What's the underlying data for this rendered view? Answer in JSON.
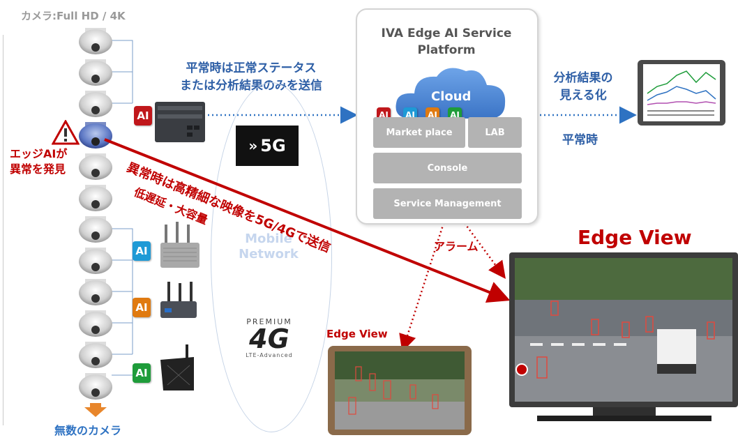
{
  "camera_title": "カメラ:Full HD / 4K",
  "bottom_label": "無数のカメラ",
  "normal_send": [
    "平常時は正常ステータス",
    "または分析結果のみを送信"
  ],
  "anomaly_send": "異常時は高精細な映像を5G/4Gで送信",
  "low_latency": "低遅延・大容量",
  "edge_ai_found": [
    "エッジAIが",
    "異常を発見"
  ],
  "fiveg_label": "5G",
  "mobile_network": [
    "Mobile",
    "Network"
  ],
  "premium_label": "PREMIUM",
  "fourg_label": "4G",
  "lte_label": "LTE-Advanced",
  "platform": {
    "title": [
      "IVA Edge AI Service",
      "Platform"
    ],
    "cloud": "Cloud",
    "market_place": "Market place",
    "lab": "LAB",
    "console": "Console",
    "service_management": "Service Management"
  },
  "analysis_visualize": [
    "分析結果の",
    "見える化"
  ],
  "normal_time": "平常時",
  "alarm": "アラーム",
  "edge_view_large": "Edge View",
  "edge_view_small": "Edge View",
  "ai_label": "AI",
  "colors": {
    "ai_red": "#c0171b",
    "ai_blue": "#1e9ad6",
    "ai_orange": "#e07a10",
    "ai_green": "#1e9c3a",
    "title_blue": "#2e5fa6",
    "alert_red": "#c00000"
  }
}
